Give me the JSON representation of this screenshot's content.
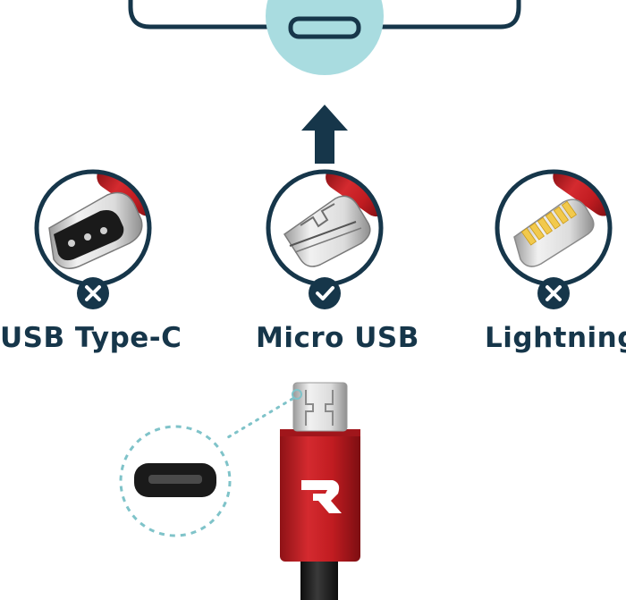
{
  "connectors": [
    {
      "name": "USB Type-C",
      "status": "incompatible",
      "status_icon": "x-icon"
    },
    {
      "name": "Micro USB",
      "status": "compatible",
      "status_icon": "check-icon"
    },
    {
      "name": "Lightning",
      "status": "incompatible",
      "status_icon": "x-icon"
    }
  ],
  "logo": {
    "letter": "R"
  },
  "colors": {
    "navy": "#16364a",
    "red": "#c81f25",
    "light_blue": "#a9dce0",
    "dashed_teal": "#7fc3c9",
    "gold": "#f2c94c"
  }
}
